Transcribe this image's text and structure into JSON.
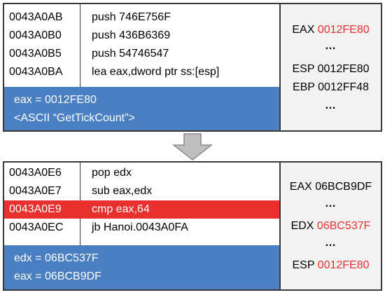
{
  "top": {
    "rows": [
      {
        "address": "0043A0AB",
        "instruction": "push 746E756F"
      },
      {
        "address": "0043A0B0",
        "instruction": "push 436B6369"
      },
      {
        "address": "0043A0B5",
        "instruction": "push 54746547"
      },
      {
        "address": "0043A0BA",
        "instruction": "lea eax,dword ptr ss:[esp]"
      }
    ],
    "info": {
      "line1": "eax = 0012FE80",
      "line2": "<ASCII “GetTickCount”>"
    },
    "registers": {
      "eax_name": "EAX",
      "eax_value": "0012FE80",
      "dots1": "…",
      "esp": "ESP 0012FE80",
      "ebp": "EBP 0012FF48",
      "dots2": "…"
    }
  },
  "bottom": {
    "rows": [
      {
        "address": "0043A0E6",
        "instruction": "pop edx"
      },
      {
        "address": "0043A0E7",
        "instruction": "sub eax,edx"
      },
      {
        "address": "0043A0E9",
        "instruction": "cmp eax,64"
      },
      {
        "address": "0043A0EC",
        "instruction": "jb Hanoi.0043A0FA"
      }
    ],
    "info": {
      "line1": "edx = 06BC537F",
      "line2": "eax = 06BCB9DF"
    },
    "registers": {
      "eax": "EAX 06BCB9DF",
      "dots1": "…",
      "edx_name": "EDX",
      "edx_value": "06BC537F",
      "dots2": "…",
      "esp_name": "ESP",
      "esp_value": "0012FE80"
    }
  },
  "colors": {
    "highlight": "#e8312f",
    "info_bg": "#4a7fc1",
    "register_bg": "#f2f2f2",
    "arrow": "#bfbfbf"
  }
}
